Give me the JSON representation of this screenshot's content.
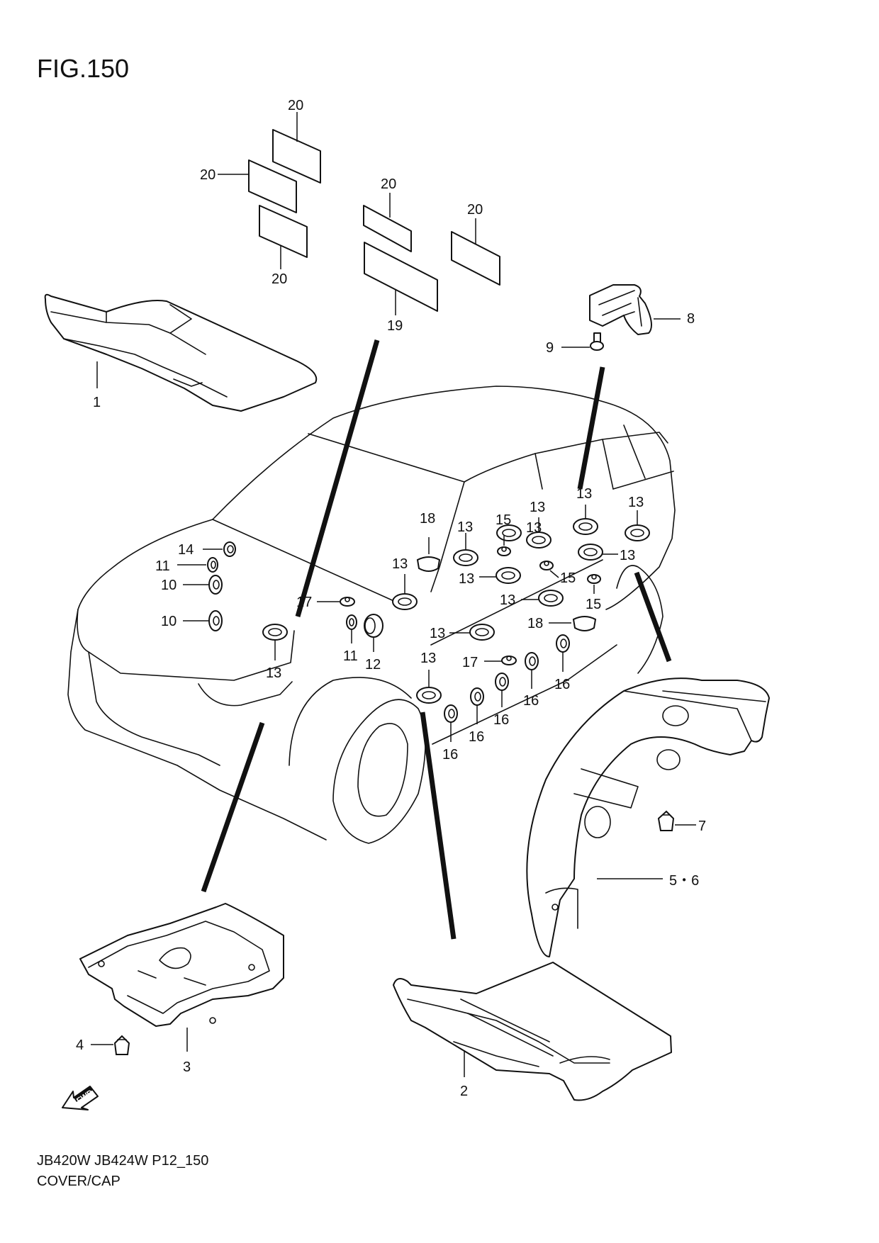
{
  "figure": {
    "title": "FIG.150",
    "code": "JB420W JB424W P12_150",
    "name": "COVER/CAP",
    "fwd_label": "FWD"
  },
  "callouts": {
    "c1": "1",
    "c2": "2",
    "c3": "3",
    "c4": "4",
    "c56": "5・6",
    "c7": "7",
    "c8": "8",
    "c9": "9",
    "c10a": "10",
    "c10b": "10",
    "c11a": "11",
    "c11b": "11",
    "c12": "12",
    "c13a": "13",
    "c13b": "13",
    "c13c": "13",
    "c13d": "13",
    "c13e": "13",
    "c13f": "13",
    "c13g": "13",
    "c13h": "13",
    "c13i": "13",
    "c13j": "13",
    "c13k": "13",
    "c13l": "13",
    "c14": "14",
    "c15a": "15",
    "c15b": "15",
    "c15c": "15",
    "c16a": "16",
    "c16b": "16",
    "c16c": "16",
    "c16d": "16",
    "c16e": "16",
    "c17a": "17",
    "c17b": "17",
    "c18a": "18",
    "c18b": "18",
    "c19": "19",
    "c20a": "20",
    "c20b": "20",
    "c20c": "20",
    "c20d": "20",
    "c20e": "20"
  }
}
